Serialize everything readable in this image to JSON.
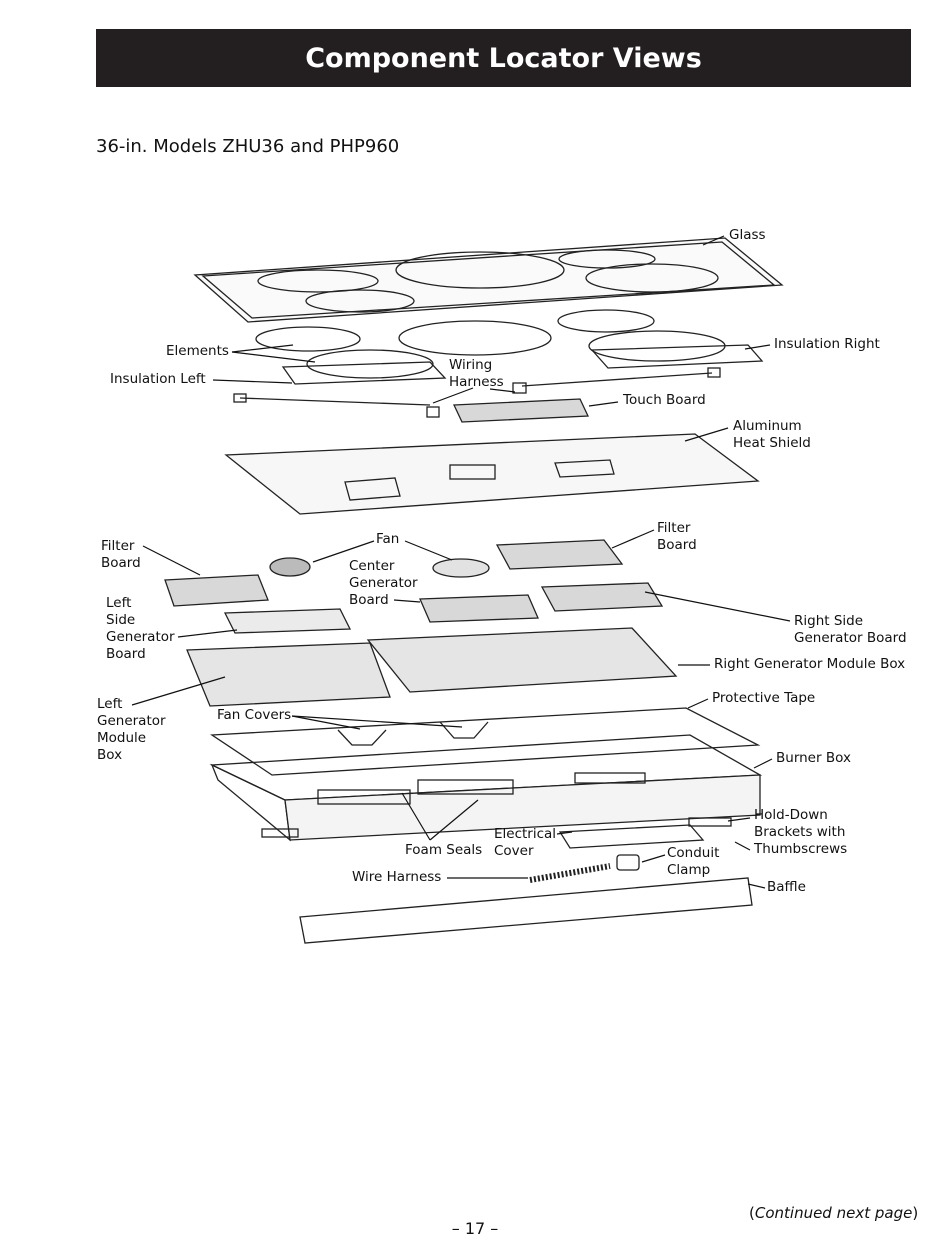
{
  "header": {
    "title": "Component Locator Views"
  },
  "subtitle": "36-in. Models ZHU36 and PHP960",
  "labels": {
    "glass": "Glass",
    "insulation_right": "Insulation Right",
    "elements": "Elements",
    "insulation_left": "Insulation Left",
    "wiring_harness_1": "Wiring",
    "wiring_harness_2": "Harness",
    "touch_board": "Touch Board",
    "aluminum_1": "Aluminum",
    "aluminum_2": "Heat Shield",
    "filter_left_1": "Filter",
    "filter_left_2": "Board",
    "fan": "Fan",
    "filter_right_1": "Filter",
    "filter_right_2": "Board",
    "center_gen_1": "Center",
    "center_gen_2": "Generator",
    "center_gen_3": "Board",
    "left_side_1": "Left",
    "left_side_2": "Side",
    "left_side_3": "Generator",
    "left_side_4": "Board",
    "right_side_1": "Right Side",
    "right_side_2": "Generator Board",
    "right_module": "Right Generator Module Box",
    "left_module_1": "Left",
    "left_module_2": "Generator",
    "left_module_3": "Module",
    "left_module_4": "Box",
    "fan_covers": "Fan Covers",
    "protective_tape": "Protective Tape",
    "burner_box": "Burner Box",
    "hold_down_1": "Hold-Down",
    "hold_down_2": "Brackets with",
    "hold_down_3": "Thumbscrews",
    "electrical_1": "Electrical",
    "electrical_2": "Cover",
    "foam_seals": "Foam Seals",
    "conduit_1": "Conduit",
    "conduit_2": "Clamp",
    "wire_harness": "Wire Harness",
    "baffle": "Baffle"
  },
  "footer": {
    "continued_open": "(",
    "continued_text": "Continued next page",
    "continued_close": ")",
    "page_number": "– 17 –"
  }
}
